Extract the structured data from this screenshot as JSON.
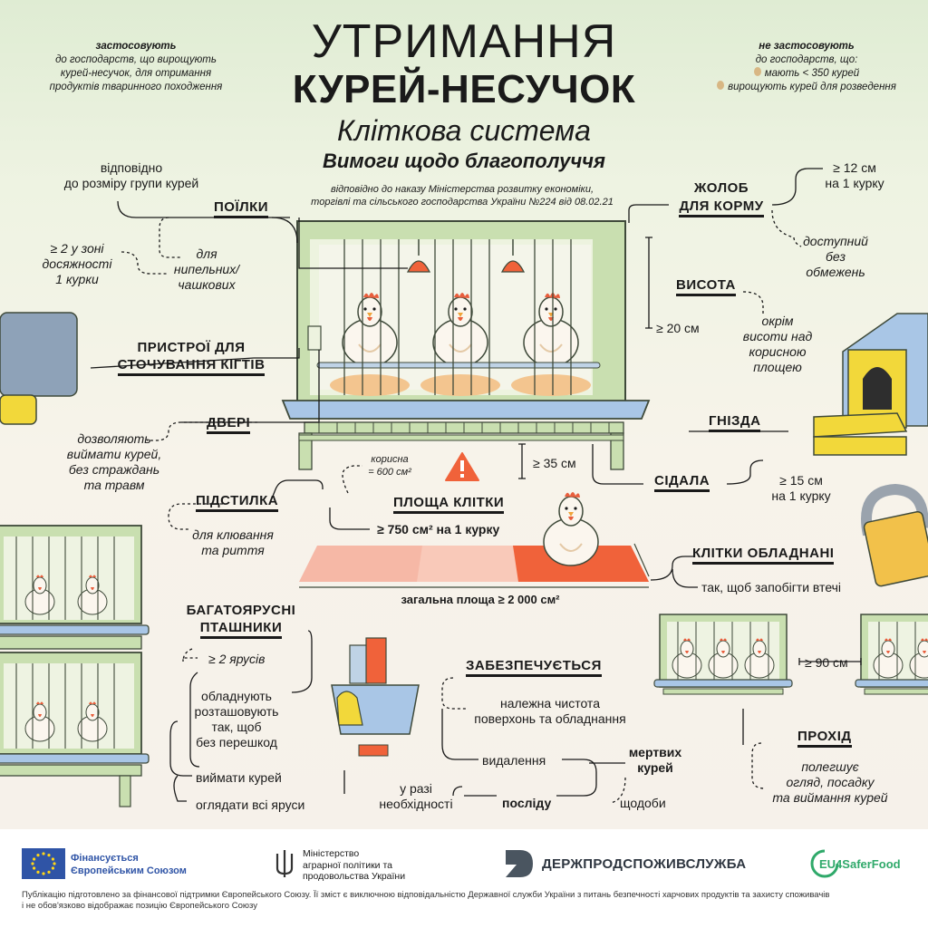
{
  "title": {
    "line1": "УТРИМАННЯ",
    "line2": "КУРЕЙ-НЕСУЧОК",
    "line3": "Кліткова система",
    "line4": "Вимоги щодо благополуччя"
  },
  "order_note": {
    "line1": "відповідно до наказу Міністерства розвитку економіки,",
    "line2": "торгівлі та сільського господарства України №224 від 08.02.21"
  },
  "applies": {
    "heading": "застосовують",
    "line1": "до господарств, що вирощують",
    "line2": "курей-несучок, для отримання",
    "line3": "продуктів тваринного походження"
  },
  "not_applies": {
    "heading": "не застосовують",
    "line1": "до господарств, що:",
    "item1": "мають < 350 курей",
    "item2": "вирощують курей для розведення"
  },
  "drinkers": {
    "label": "ПОЇЛКИ",
    "note1": "відповідно",
    "note2": "до розміру групи курей",
    "reach1": "≥ 2 у зоні",
    "reach2": "досяжності",
    "reach3": "1 курки",
    "type1": "для",
    "type2": "нипельних/",
    "type3": "чашкових"
  },
  "feeder": {
    "label1": "ЖОЛОБ",
    "label2": "ДЛЯ КОРМУ",
    "size1": "≥ 12 см",
    "size2": "на 1 курку",
    "access1": "доступний",
    "access2": "без",
    "access3": "обмежень"
  },
  "height": {
    "label": "ВИСОТА",
    "value": "≥ 20 см",
    "note1": "окрім",
    "note2": "висоти над",
    "note3": "корисною",
    "note4": "площею"
  },
  "claws": {
    "label1": "ПРИСТРОЇ ДЛЯ",
    "label2": "СТОЧУВАННЯ КІГТІВ"
  },
  "doors": {
    "label": "ДВЕРІ",
    "note1": "дозволяють",
    "note2": "виймати курей,",
    "note3": "без страждань",
    "note4": "та травм"
  },
  "nests": {
    "label": "ГНІЗДА"
  },
  "perch": {
    "label": "СІДАЛА",
    "size1": "≥ 15 см",
    "size2": "на 1 курку",
    "floor_gap": "≥ 35 см"
  },
  "litter": {
    "label": "ПІДСТИЛКА",
    "note1": "для клювання",
    "note2": "та риття"
  },
  "area": {
    "label": "ПЛОЩА КЛІТКИ",
    "useful1": "корисна",
    "useful2": "= 600 см²",
    "per_hen": "≥  750 см² на 1 курку",
    "total": "загальна площа ≥ 2 000 см²"
  },
  "equipped": {
    "label": "КЛІТКИ ОБЛАДНАНІ",
    "note": "так, щоб запобігти втечі"
  },
  "tiers": {
    "label1": "БАГАТОЯРУСНІ",
    "label2": "ПТАШНИКИ",
    "count": "≥ 2 ярусів",
    "n1": "обладнують",
    "n2": "розташовують",
    "n3": "так, щоб",
    "n4": "без перешкод",
    "a1": "виймати курей",
    "a2": "оглядати всі яруси"
  },
  "ensured": {
    "label": "ЗАБЕЗПЕЧУЄТЬСЯ",
    "clean1": "належна чистота",
    "clean2": "поверхонь та обладнання",
    "removal": "видалення",
    "dead1": "мертвих",
    "dead2": "курей",
    "daily": "щодоби",
    "manure": "посліду",
    "need1": "у разі",
    "need2": "необхідності"
  },
  "passage": {
    "label": "ПРОХІД",
    "gap": "≥ 90 см",
    "n1": "полегшує",
    "n2": "огляд, посадку",
    "n3": "та виймання курей"
  },
  "footer": {
    "eu1": "Фінансується",
    "eu2": "Європейським Союзом",
    "min1": "Міністерство",
    "min2": "аграрної політики та",
    "min3": "продовольства України",
    "dps": "ДЕРЖПРОДСПОЖИВСЛУЖБА",
    "eu4": "EU4SaferFood",
    "disc1": "Публікацію підготовлено за фінансової підтримки Європейського Союзу. Її зміст є виключною відповідальністю Державної служби України з питань безпечності харчових продуктів та захисту споживачів",
    "disc2": "і не обов'язково відображає позицію Європейського Союзу"
  },
  "colors": {
    "cage": "#c9dfb0",
    "cage_stroke": "#3f4a3a",
    "tray": "#a9c6e6",
    "bird_red": "#e85e3d",
    "accent_red": "#f0623a",
    "litter": "#f3c58f",
    "eu_blue": "#2f54a6",
    "eu_yellow": "#ffd617",
    "eu4_green": "#2fa96a"
  }
}
